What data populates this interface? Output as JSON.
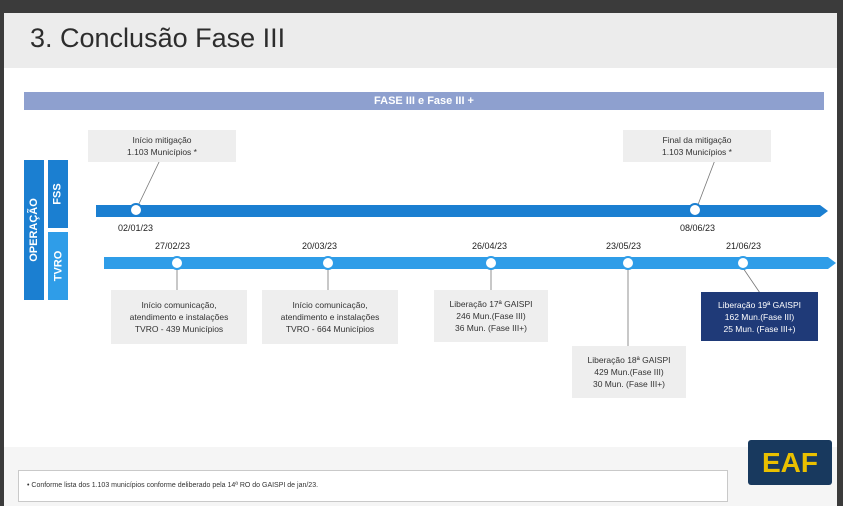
{
  "title": "3. Conclusão Fase III",
  "banner": "FASE III e Fase III +",
  "side_labels": {
    "operacao": "OPERAÇÃO",
    "fss": "FSS",
    "tvro": "TVRO"
  },
  "fss": {
    "start_date": "02/01/23",
    "end_date": "08/06/23",
    "start_box": {
      "line1": "Início mitigação",
      "line2": "1.103 Municípios *"
    },
    "end_box": {
      "line1": "Final da mitigação",
      "line2": "1.103 Municípios *"
    }
  },
  "tvro": {
    "events": [
      {
        "date": "27/02/23",
        "line1": "Início comunicação,",
        "line2": "atendimento e instalações",
        "line3": "TVRO  - 439 Municípios"
      },
      {
        "date": "20/03/23",
        "line1": "Início comunicação,",
        "line2": "atendimento e instalações",
        "line3": "TVRO  - 664 Municípios"
      },
      {
        "date": "26/04/23",
        "line1": "Liberação 17ª GAISPI",
        "line2": "246 Mun.(Fase III)",
        "line3": "36 Mun. (Fase III+)"
      },
      {
        "date": "23/05/23",
        "line1": "Liberação 18ª GAISPI",
        "line2": "429 Mun.(Fase III)",
        "line3": "30 Mun. (Fase III+)"
      },
      {
        "date": "21/06/23",
        "line1": "Liberação 19ª GAISPI",
        "line2": "162 Mun.(Fase III)",
        "line3": "25 Mun. (Fase III+)"
      }
    ]
  },
  "footnote": "•   Conforme lista dos 1.103 municípios conforme deliberado pela 14ª RO do GAISPI de jan/23.",
  "logo": "EAF",
  "colors": {
    "fss_arrow": "#1b7fd1",
    "tvro_arrow": "#2f9de8",
    "banner": "#8ea0cf",
    "dark_box": "#1f3a78",
    "logo_bg": "#18395e",
    "logo_text": "#e9c000"
  }
}
